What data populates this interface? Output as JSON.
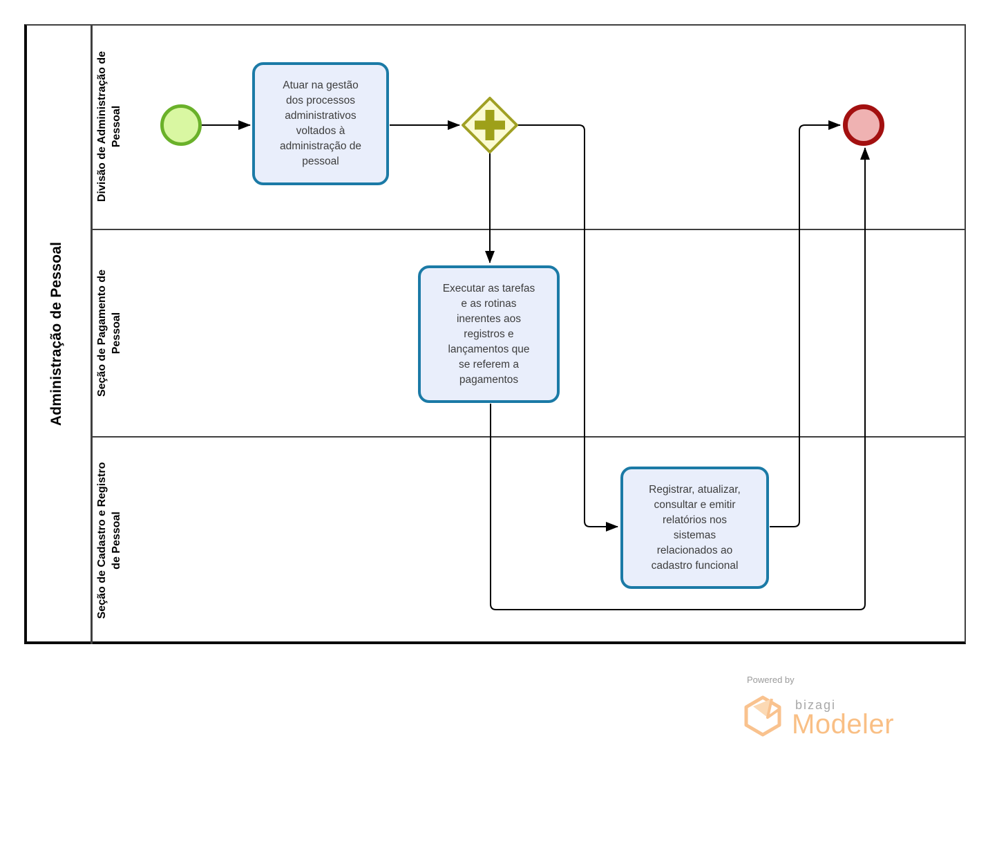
{
  "pool": {
    "title": "Administração de Pessoal",
    "lanes": [
      {
        "label": "Divisão de Administração de Pessoal",
        "label_lines": [
          "Divisão de Administração de",
          "Pessoal"
        ]
      },
      {
        "label": "Seção de Pagamento de Pessoal",
        "label_lines": [
          "Seção de Pagamento de",
          "Pessoal"
        ]
      },
      {
        "label": "Seção de Cadastro e Registro de Pessoal",
        "label_lines": [
          "Seção de Cadastro e Registro",
          "de Pessoal"
        ]
      }
    ]
  },
  "diagram": {
    "start_event": {
      "type": "start-event"
    },
    "end_event": {
      "type": "end-event"
    },
    "gateway": {
      "type": "parallel-gateway"
    },
    "tasks": [
      {
        "name": "task-1",
        "lane": "Divisão de Administração de Pessoal",
        "text": "Atuar na gestão dos processos administrativos voltados à administração de pessoal",
        "lines": [
          "Atuar na gestão",
          "dos processos",
          "administrativos",
          "voltados à",
          "administração de",
          "pessoal"
        ]
      },
      {
        "name": "task-2",
        "lane": "Seção de Pagamento de Pessoal",
        "text": "Executar as tarefas e as rotinas inerentes aos registros e lançamentos  que se referem a pagamentos",
        "lines": [
          "Executar as tarefas",
          "e as rotinas",
          "inerentes aos",
          "registros e",
          "lançamentos  que",
          "se referem a",
          "pagamentos"
        ]
      },
      {
        "name": "task-3",
        "lane": "Seção de Cadastro e Registro de Pessoal",
        "text": "Registrar, atualizar, consultar e emitir relatórios nos sistemas relacionados ao cadastro funcional",
        "lines": [
          "Registrar, atualizar,",
          "consultar e emitir",
          "relatórios nos",
          "sistemas",
          "relacionados ao",
          "cadastro funcional"
        ]
      }
    ]
  },
  "footer": {
    "powered_by": "Powered by",
    "brand": "bizagi",
    "product": "Modeler"
  },
  "colors": {
    "task_fill": "#e9eefb",
    "task_border": "#1b7aa6",
    "start_fill": "#d9f7a2",
    "start_border": "#6ab12a",
    "end_fill": "#efb2b2",
    "end_border": "#a31010",
    "gateway_fill": "#fbfbd2",
    "gateway_border": "#a0a024",
    "flow_line": "#000000",
    "lane_border": "#3f3f3f",
    "logo_orange": "#f9bf85",
    "logo_gray": "#9b9b9b"
  }
}
